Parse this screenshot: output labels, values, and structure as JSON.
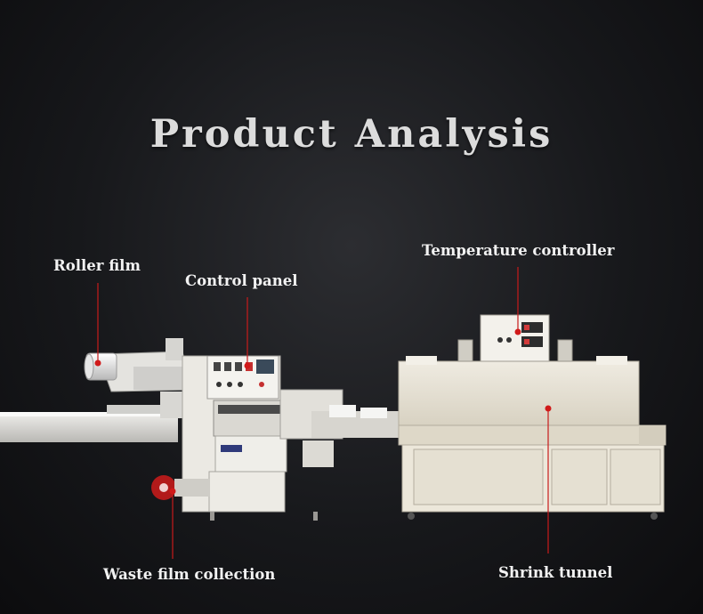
{
  "header": {
    "title": "Product Analysis"
  },
  "callouts": {
    "roller_film": "Roller film",
    "control_panel": "Control panel",
    "temperature_controller": "Temperature controller",
    "waste_film_collection": "Waste film collection",
    "shrink_tunnel": "Shrink tunnel"
  },
  "colors": {
    "background": "#17181b",
    "title": "#dcdcdc",
    "label": "#f2f2f2",
    "marker": "#d01a1a",
    "machine_body": "#e6e3dc",
    "tunnel_body": "#e9e4d6"
  }
}
